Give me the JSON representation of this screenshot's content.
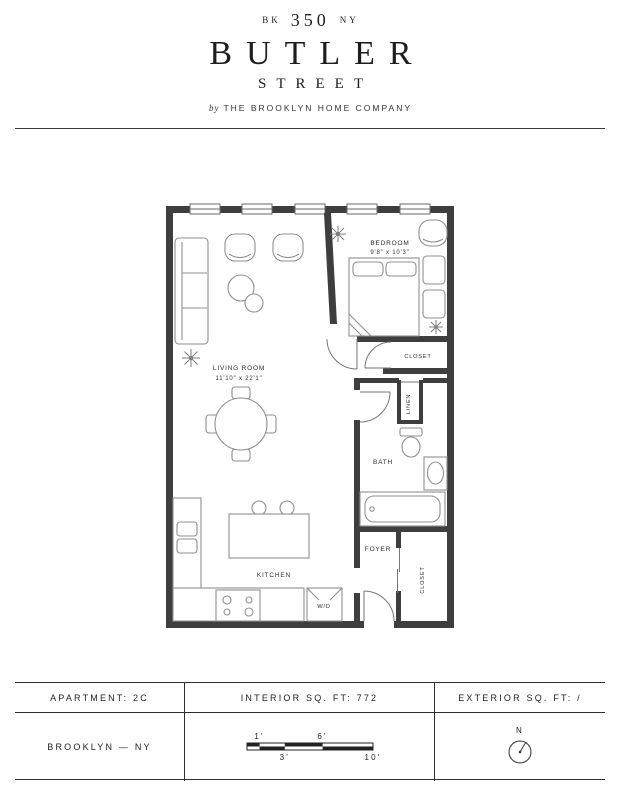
{
  "header": {
    "prefix": "BK",
    "number": "350",
    "suffix": "NY",
    "title": "BUTLER",
    "subtitle": "STREET",
    "byline_by": "by",
    "byline_name": "THE BROOKLYN HOME COMPANY"
  },
  "floorplan": {
    "bedroom": {
      "label": "BEDROOM",
      "dims": "9'8\" x 10'3\""
    },
    "living_room": {
      "label": "LIVING ROOM",
      "dims": "11'10\" x 22'1\""
    },
    "bedroom_closet": {
      "label": "CLOSET"
    },
    "linen": {
      "label": "LINEN"
    },
    "bath": {
      "label": "BATH"
    },
    "foyer": {
      "label": "FOYER"
    },
    "foyer_closet": {
      "label": "CLOSET"
    },
    "kitchen": {
      "label": "KITCHEN"
    },
    "washer_dryer": {
      "label": "W/D"
    }
  },
  "footer": {
    "apartment": "APARTMENT: 2C",
    "interior_sqft": "INTERIOR SQ. FT: 772",
    "exterior_sqft": "EXTERIOR SQ. FT: /",
    "location": "BROOKLYN — NY",
    "scale_labels": [
      "1'",
      "3'",
      "6'",
      "10'"
    ],
    "compass_label": "N"
  }
}
